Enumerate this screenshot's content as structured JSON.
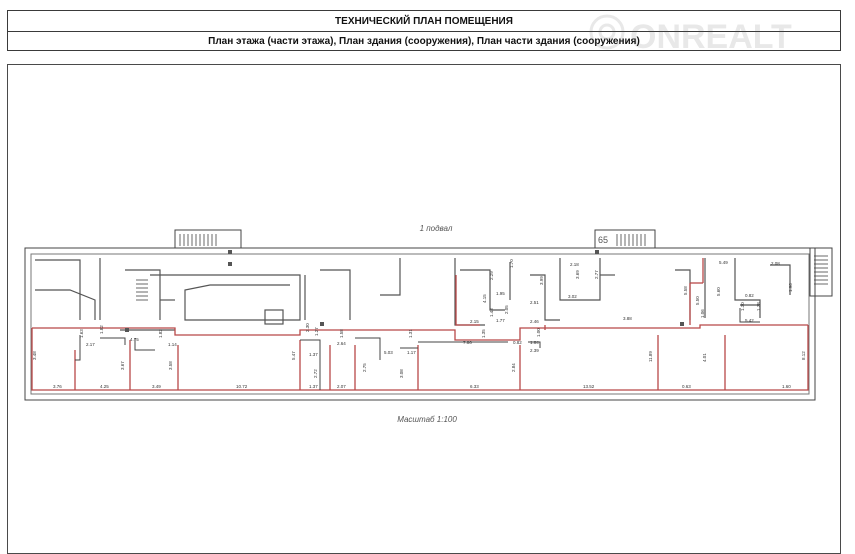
{
  "header": {
    "title": "ТЕХНИЧЕСКИЙ ПЛАН ПОМЕЩЕНИЯ",
    "subtitle": "План этажа (части этажа), План здания (сооружения), План части здания (сооружения)"
  },
  "plan": {
    "floor_label": "1 подвал",
    "scale_label": "Масштаб 1:100",
    "marker": "65",
    "dimensions": [
      "3.48",
      "3.76",
      "2.17",
      "1.82",
      "1.63",
      "4.25",
      "3.67",
      "4.75",
      "1.82",
      "1.14",
      "3.49",
      "3.58",
      "10.72",
      "5.47",
      "1.37",
      "2.30",
      "1.37",
      "1.27",
      "2.72",
      "2.64",
      "1.58",
      "2.07",
      "2.75",
      "5.03",
      "1.17",
      "3.08",
      "1.31",
      "7.86",
      "6.33",
      "2.84",
      "1.35",
      "4.15",
      "2.15",
      "1.77",
      "1.95",
      "2.29",
      "1.43",
      "2.51",
      "2.05",
      "1.70",
      "3.99",
      "2.46",
      "0.82",
      "1.84",
      "1.00",
      "2.39",
      "2.18",
      "3.69",
      "2.77",
      "3.02",
      "3.88",
      "13.52",
      "11.89",
      "5.58",
      "5.50",
      "1.06",
      "0.63",
      "4.01",
      "5.49",
      "2.08",
      "5.60",
      "0.82",
      "1.30",
      "1.78",
      "1.96",
      "5.42",
      "1.60",
      "8.12",
      "5.57"
    ]
  },
  "watermark": {
    "text": "ONREALT"
  }
}
